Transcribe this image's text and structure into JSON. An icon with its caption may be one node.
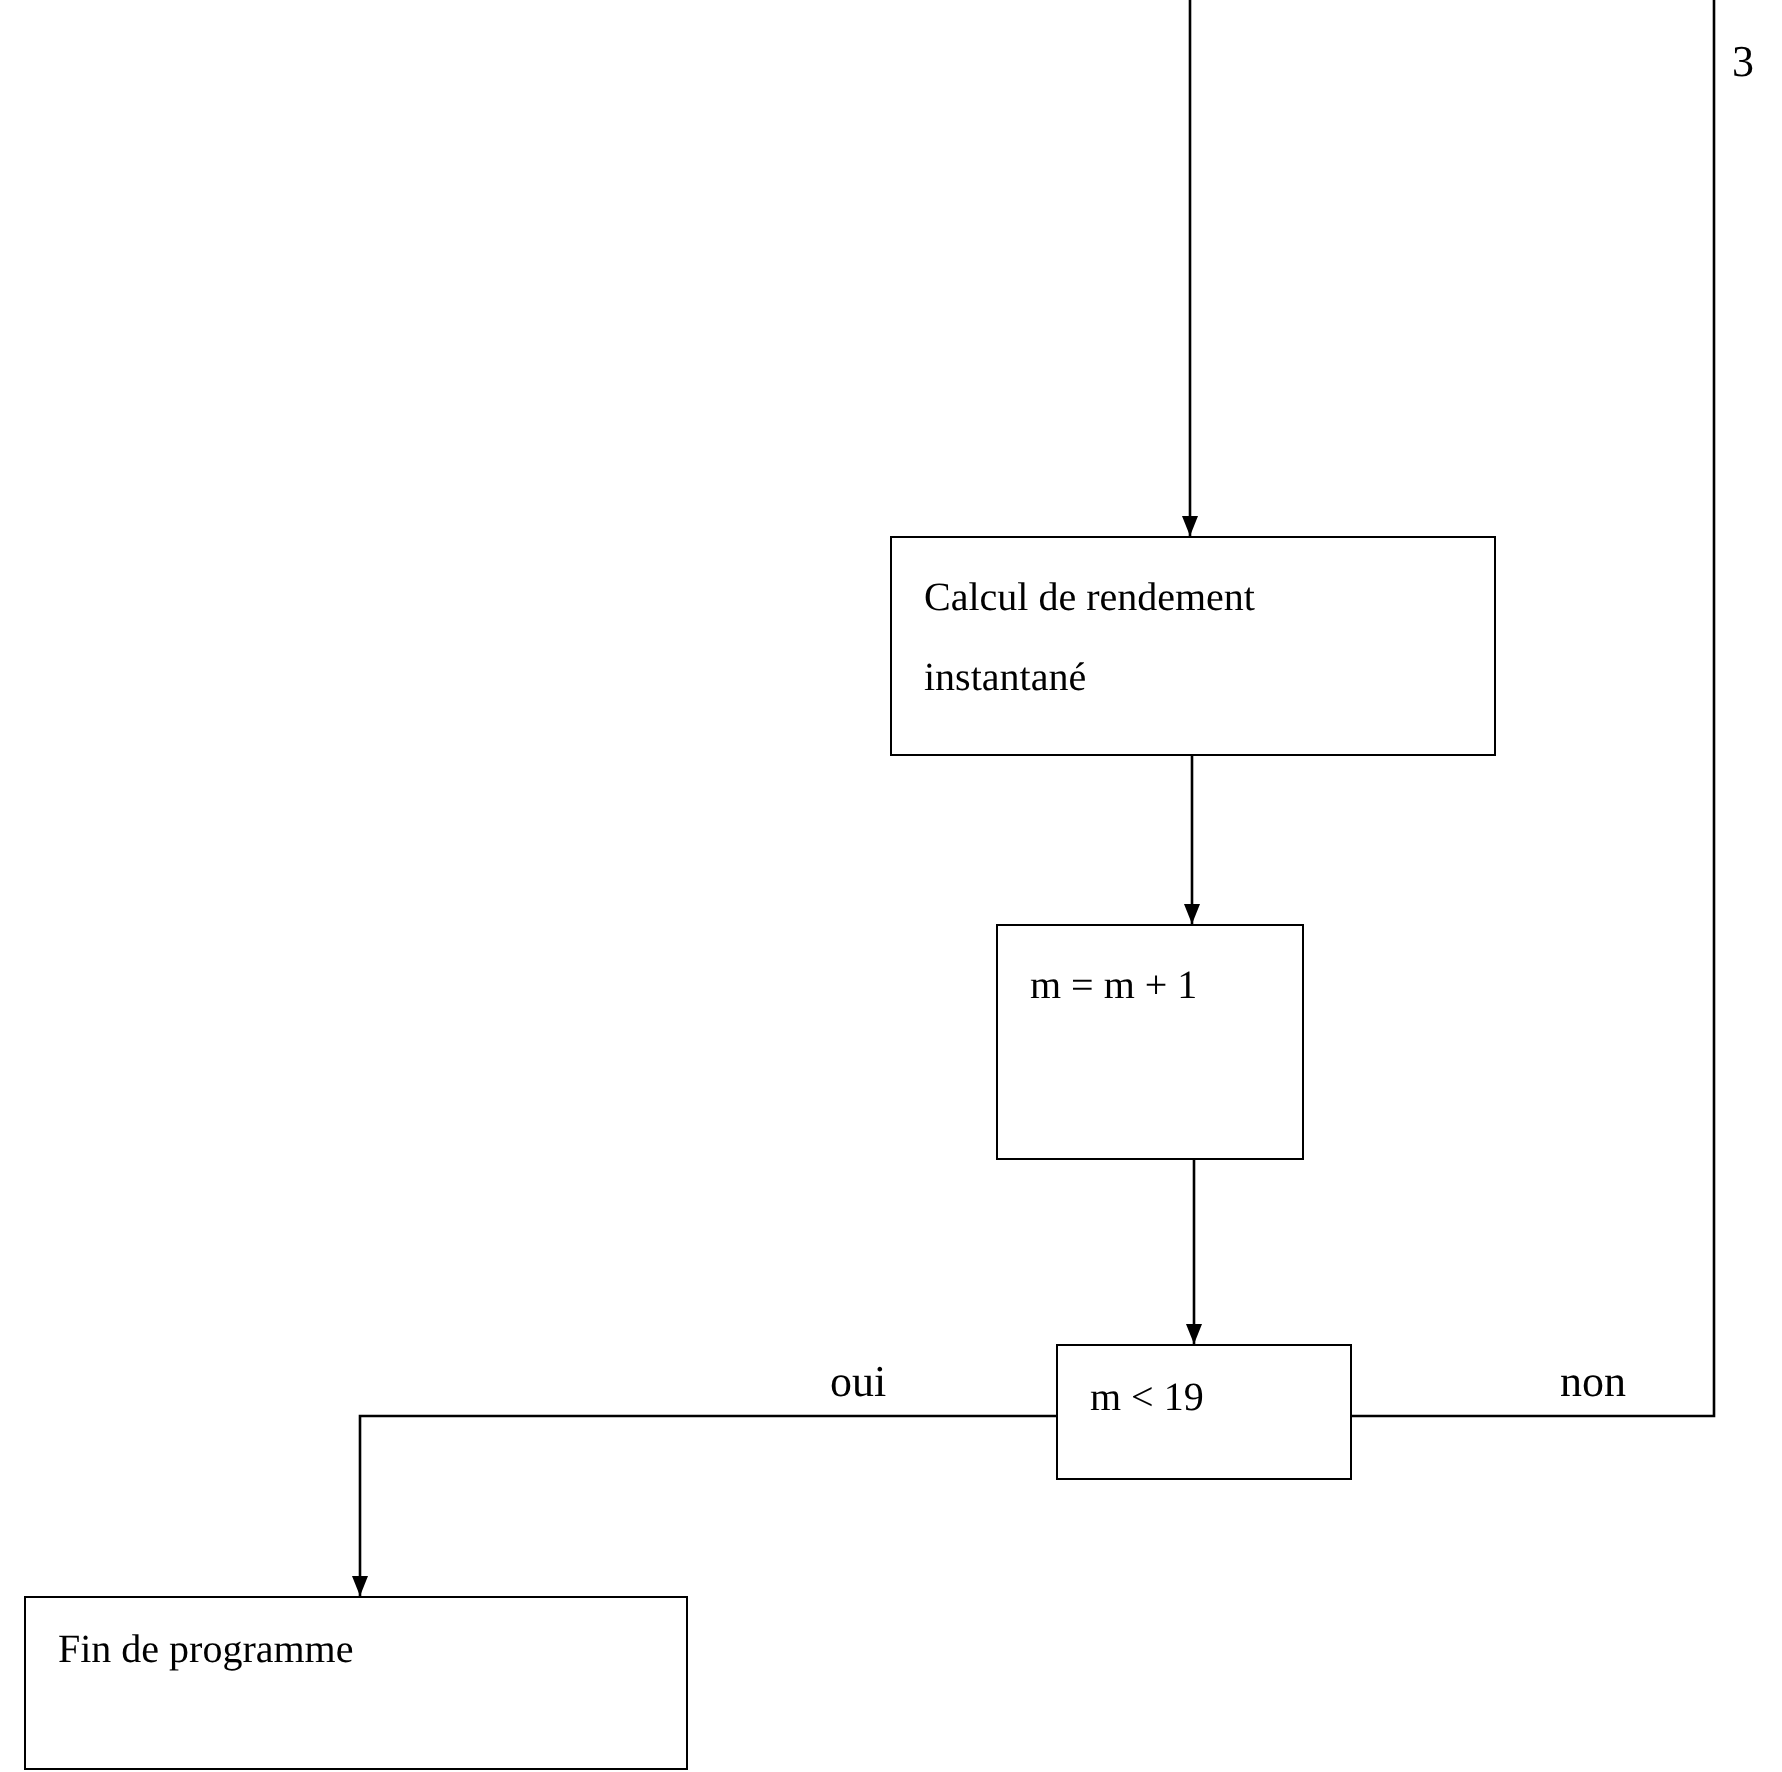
{
  "diagram": {
    "nodes": [
      {
        "text": [
          "Calcul de rendement instantané"
        ]
      },
      {
        "text": [
          "m = m + 1"
        ]
      },
      {
        "text": [
          "m < 19"
        ]
      },
      {
        "text": [
          "Fin de programme"
        ]
      }
    ],
    "edges": [
      {
        "from": null,
        "to": 0,
        "arrow": "to"
      },
      {
        "from": 0,
        "to": 1,
        "arrow": "to"
      },
      {
        "from": 1,
        "to": 2,
        "arrow": "to"
      },
      {
        "from": 2,
        "to": 3,
        "arrow": "to",
        "label": "oui"
      },
      {
        "from": 2,
        "to": null,
        "arrow": "none",
        "label": "non"
      }
    ],
    "labels": [
      "3"
    ]
  }
}
